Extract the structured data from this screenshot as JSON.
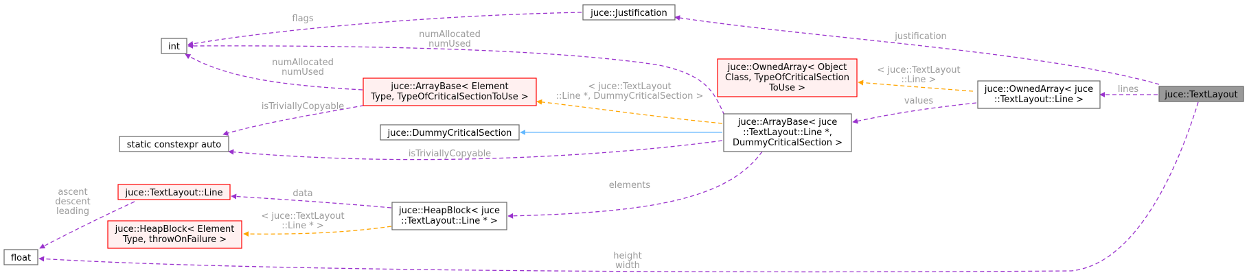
{
  "nodes": {
    "textlayout": {
      "lines": [
        "juce::TextLayout"
      ]
    },
    "ownedarray_line": {
      "lines": [
        "juce::OwnedArray< juce",
        "::TextLayout::Line >"
      ]
    },
    "ownedarray_tmpl": {
      "lines": [
        "juce::OwnedArray< Object",
        "Class, TypeOfCriticalSection",
        "ToUse >"
      ]
    },
    "arraybase_line": {
      "lines": [
        "juce::ArrayBase< juce",
        "::TextLayout::Line *,",
        "DummyCriticalSection >"
      ]
    },
    "arraybase_tmpl": {
      "lines": [
        "juce::ArrayBase< Element",
        "Type, TypeOfCriticalSectionToUse >"
      ]
    },
    "dummycs": {
      "lines": [
        "juce::DummyCriticalSection"
      ]
    },
    "justification": {
      "lines": [
        "juce::Justification"
      ]
    },
    "int": {
      "lines": [
        "int"
      ]
    },
    "constexpr_auto": {
      "lines": [
        "static constexpr auto"
      ]
    },
    "textlayout_line": {
      "lines": [
        "juce::TextLayout::Line"
      ]
    },
    "heapblock_line": {
      "lines": [
        "juce::HeapBlock< juce",
        "::TextLayout::Line * >"
      ]
    },
    "heapblock_tmpl": {
      "lines": [
        "juce::HeapBlock< Element",
        "Type, throwOnFailure >"
      ]
    },
    "float": {
      "lines": [
        "float"
      ]
    }
  },
  "edge_labels": {
    "flags": [
      "flags"
    ],
    "justification": [
      "justification"
    ],
    "numallocated_top": [
      "numAllocated",
      "numUsed"
    ],
    "numallocated_mid": [
      "numAllocated",
      "numUsed"
    ],
    "istrivially_top": [
      "isTriviallyCopyable"
    ],
    "istrivially_bottom": [
      "isTriviallyCopyable"
    ],
    "tmpl_ownedarray": [
      "< juce::TextLayout",
      "::Line >"
    ],
    "lines": [
      "lines"
    ],
    "values": [
      "values"
    ],
    "tmpl_arraybase": [
      "< juce::TextLayout",
      "::Line *, DummyCriticalSection >"
    ],
    "elements": [
      "elements"
    ],
    "data": [
      "data"
    ],
    "tmpl_heapblock": [
      "< juce::TextLayout",
      "::Line * >"
    ],
    "ascent": [
      "ascent",
      "descent",
      "leading"
    ],
    "height_width": [
      "height",
      "width"
    ]
  },
  "colors": {
    "member_edge": "#9a32cd",
    "template_edge": "#ffa500",
    "inherit_edge": "#63b8ff",
    "template_node_border": "#ff0000",
    "template_node_fill": "#fff0f0",
    "highlight_node_fill": "#999999",
    "node_border": "#666666",
    "label_text": "#9a9a9a"
  }
}
